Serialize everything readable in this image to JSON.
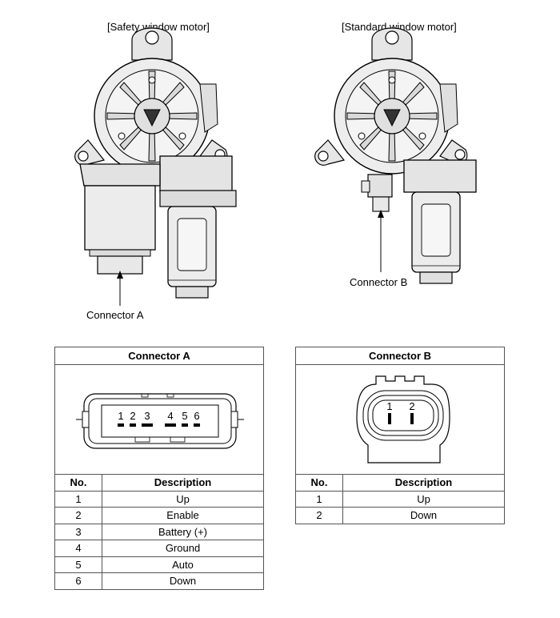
{
  "motors": {
    "safety": {
      "title": "[Safety window motor]",
      "connector_label": "Connector A"
    },
    "standard": {
      "title": "[Standard window motor]",
      "connector_label": "Connector B"
    }
  },
  "connector_a": {
    "title": "Connector A",
    "headers": {
      "no": "No.",
      "description": "Description"
    },
    "pins": [
      "1",
      "2",
      "3",
      "4",
      "5",
      "6"
    ],
    "rows": [
      {
        "no": "1",
        "description": "Up"
      },
      {
        "no": "2",
        "description": "Enable"
      },
      {
        "no": "3",
        "description": "Battery (+)"
      },
      {
        "no": "4",
        "description": "Ground"
      },
      {
        "no": "5",
        "description": "Auto"
      },
      {
        "no": "6",
        "description": "Down"
      }
    ]
  },
  "connector_b": {
    "title": "Connector B",
    "headers": {
      "no": "No.",
      "description": "Description"
    },
    "pins": [
      "1",
      "2"
    ],
    "rows": [
      {
        "no": "1",
        "description": "Up"
      },
      {
        "no": "2",
        "description": "Down"
      }
    ]
  }
}
